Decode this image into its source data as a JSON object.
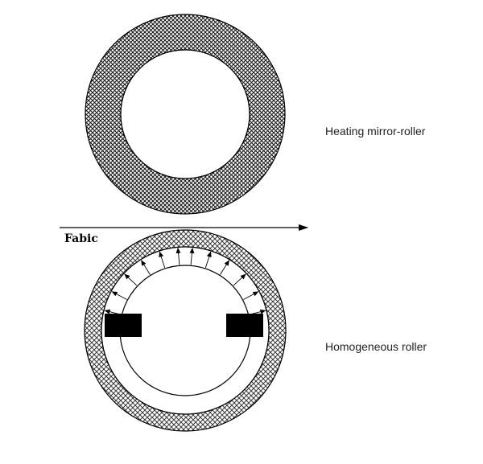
{
  "labels": {
    "top_roller": "Heating mirror-roller",
    "bottom_roller": "Homogeneous roller",
    "fabric": "Fabic"
  },
  "colors": {
    "ink": "#000000",
    "hatch_dense": "#1a1a1a",
    "hatch_light": "#3a3a3a",
    "background": "#ffffff"
  }
}
